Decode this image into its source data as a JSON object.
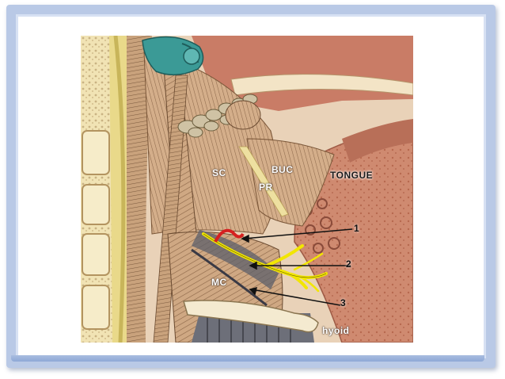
{
  "figure": {
    "labels": {
      "sc": "SC",
      "buc": "BUC",
      "pr": "PR",
      "tongue": "TONGUE",
      "mc": "MC",
      "hyoid": "hyoid",
      "n1": "1",
      "n2": "2",
      "n3": "3"
    },
    "colors": {
      "muscle": "#c8a07a",
      "tongue": "#c9826a",
      "bone": "#f2e6b8",
      "nerve": "#f2e600",
      "artery": "#d62020",
      "cartilage": "#3b9a96",
      "frame": "#b9c9e6"
    }
  }
}
